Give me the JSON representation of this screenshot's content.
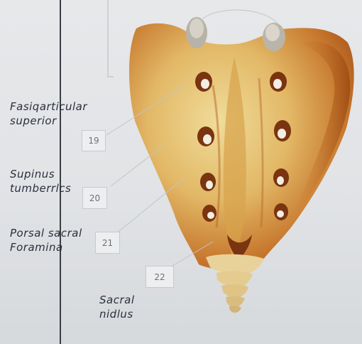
{
  "labels": [
    {
      "number": "19",
      "handwritten": [
        "Fasiqarticular",
        "superior"
      ]
    },
    {
      "number": "20",
      "handwritten": [
        "Supinus",
        "tumberrlcs"
      ]
    },
    {
      "number": "21",
      "handwritten": [
        "Porsal sacral",
        "Foramina"
      ]
    },
    {
      "number": "22",
      "handwritten": [
        "Sacral",
        "nidlus"
      ]
    }
  ],
  "colors": {
    "paper": "#e3e5e8",
    "ink": "#2b2f3d",
    "bone_light": "#e8cf85",
    "bone_dark": "#b05a1e"
  }
}
